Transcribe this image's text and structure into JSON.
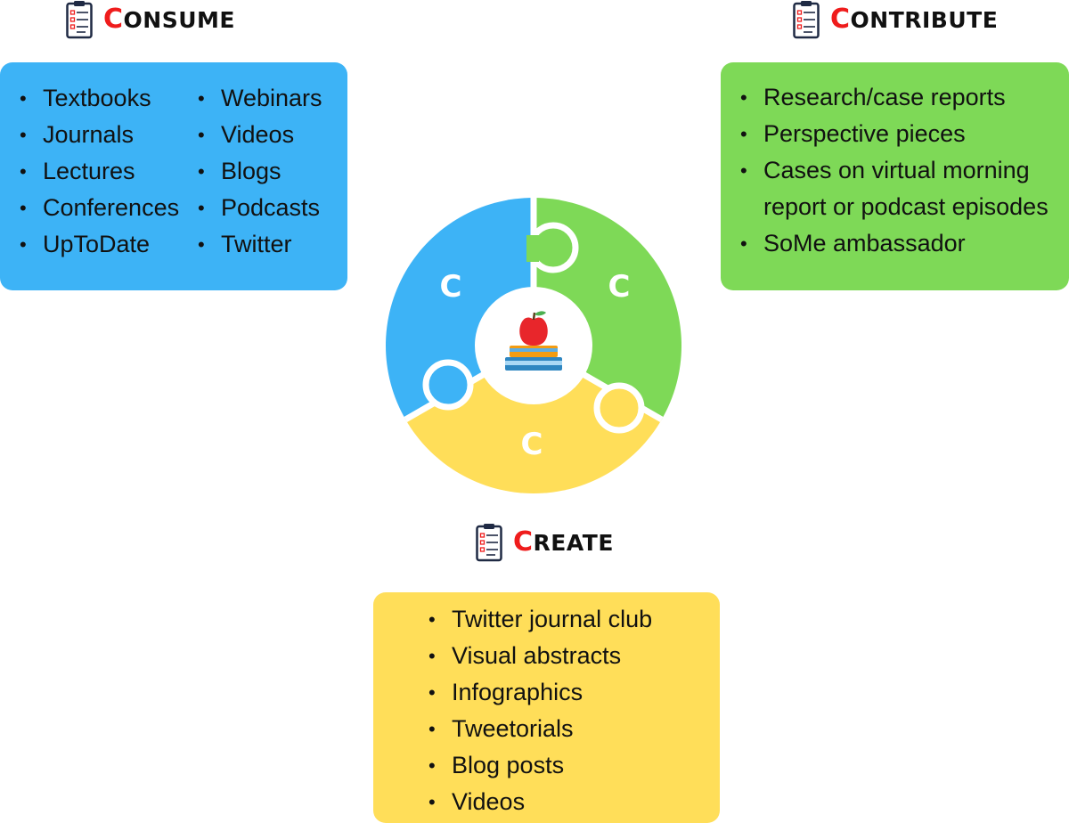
{
  "colors": {
    "consume": "#3db3f6",
    "contribute": "#7ed957",
    "create": "#ffde59",
    "accent_letter": "#ef1c1c"
  },
  "headings": {
    "consume": {
      "first": "C",
      "rest": "ONSUME",
      "icon": "clipboard-checklist-icon"
    },
    "contribute": {
      "first": "C",
      "rest": "ONTRIBUTE",
      "icon": "clipboard-checklist-icon"
    },
    "create": {
      "first": "C",
      "rest": "REATE",
      "icon": "clipboard-checklist-icon"
    }
  },
  "consume": {
    "col1": [
      "Textbooks",
      "Journals",
      "Lectures",
      "Conferences",
      "UpToDate"
    ],
    "col2": [
      "Webinars",
      "Videos",
      "Blogs",
      "Podcasts",
      "Twitter"
    ]
  },
  "contribute": {
    "items": [
      "Research/case reports",
      "Perspective pieces",
      "Cases on virtual morning report or podcast episodes",
      "SoMe ambassador"
    ]
  },
  "create": {
    "items": [
      "Twitter journal club",
      "Visual abstracts",
      "Infographics",
      "Tweetorials",
      "Blog posts",
      "Videos"
    ]
  },
  "puzzle": {
    "piece_labels": [
      "C",
      "C",
      "C"
    ],
    "center_icon": "apple-on-books-icon"
  }
}
